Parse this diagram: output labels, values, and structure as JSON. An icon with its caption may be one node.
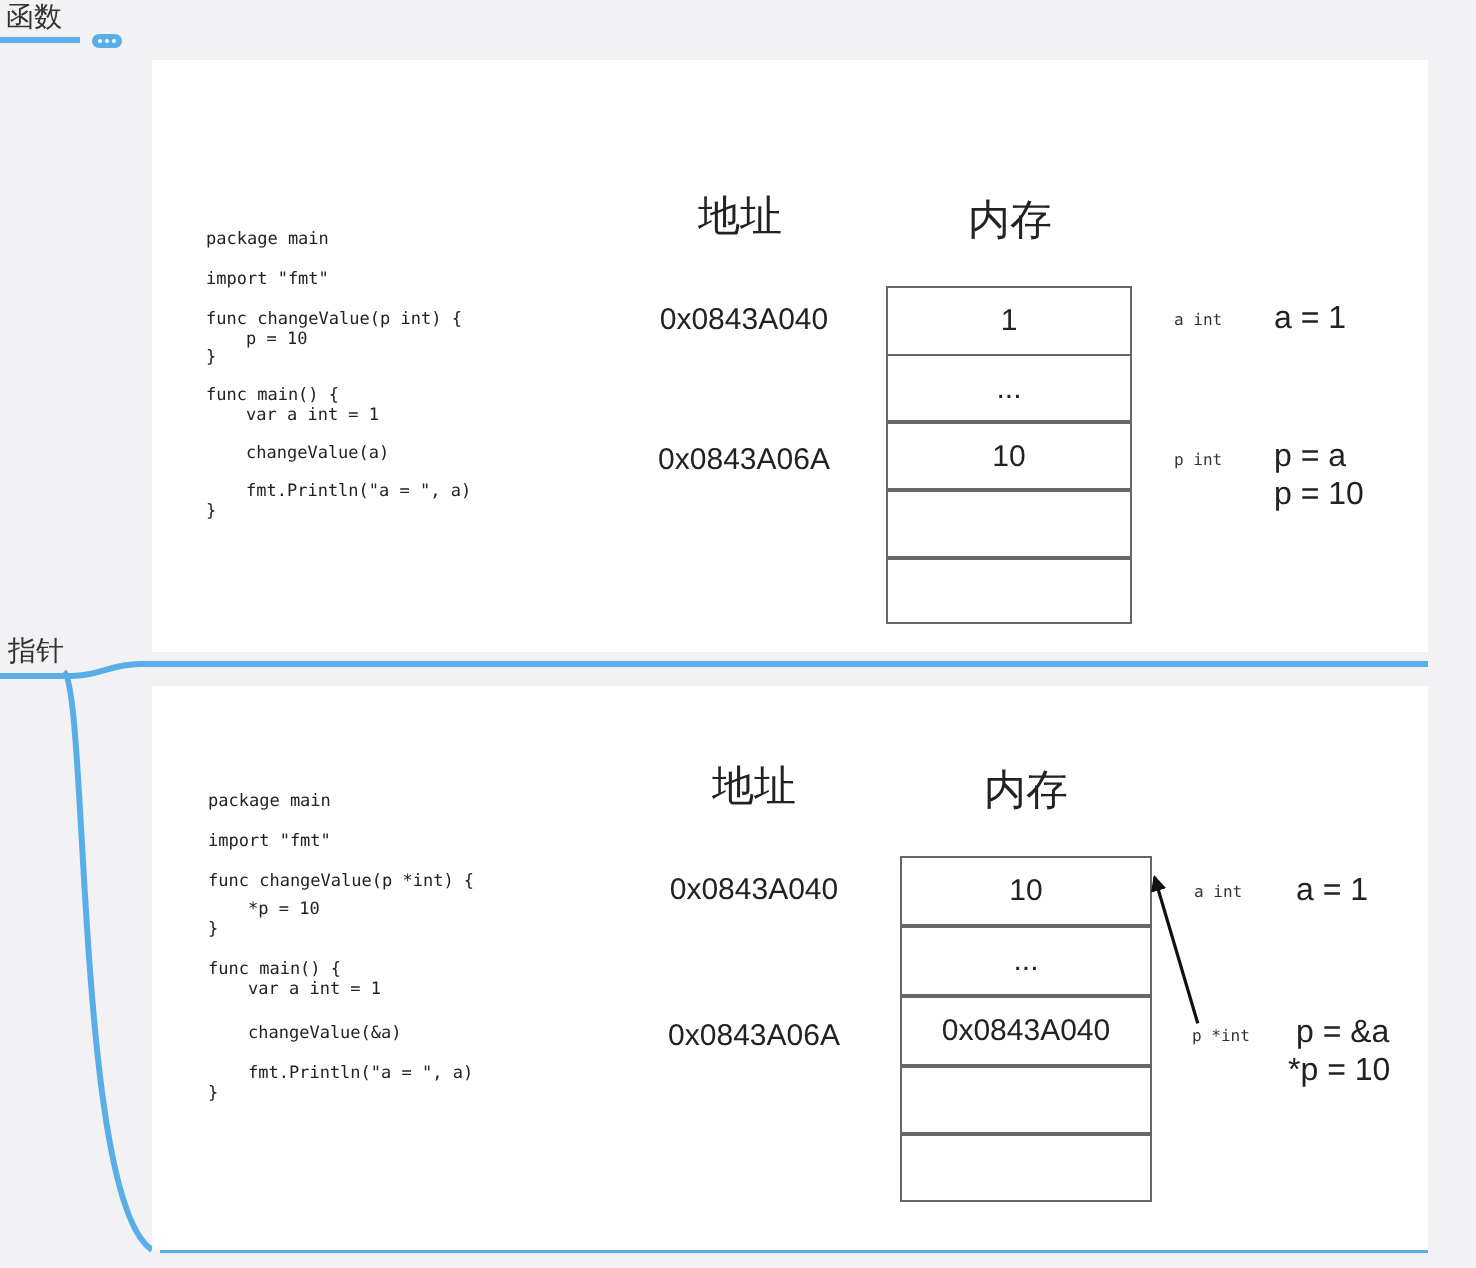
{
  "diagram": {
    "nodes": [
      {
        "text": [],
        "shape": "box"
      },
      {
        "text": [
          "1"
        ],
        "in": 0
      },
      {
        "text": [
          "..."
        ],
        "in": 0
      },
      {
        "text": [
          "10"
        ],
        "in": 0
      },
      {
        "text": [],
        "shape": "box",
        "in": 0
      },
      {
        "text": [],
        "shape": "box",
        "in": 0
      },
      {
        "text": [
          "指针"
        ]
      },
      {
        "text": [],
        "shape": "box"
      },
      {
        "text": [
          "10"
        ],
        "in": 7
      },
      {
        "text": [
          "..."
        ],
        "in": 7
      },
      {
        "text": [
          "0x0843A040"
        ],
        "in": 7
      },
      {
        "text": [],
        "shape": "box",
        "in": 7
      },
      {
        "text": [],
        "shape": "box",
        "in": 7
      },
      {
        "text": [
          "p *int"
        ],
        "in": 7
      }
    ],
    "edges": [
      {
        "from": 6,
        "to": 7,
        "arrow": "none",
        "color": "#5aaee8"
      },
      {
        "from": 13,
        "to": 8,
        "arrow": "to",
        "color": "#111111"
      }
    ],
    "labels": [
      "函数",
      "package main",
      "import \"fmt\"",
      "func changeValue(p int) {",
      "p = 10",
      "}",
      "func main() {",
      "var a int = 1",
      "changeValue(a)",
      "fmt.Println(\"a = \", a)",
      "}",
      "地址",
      "内存",
      "0x0843A040",
      "0x0843A06A",
      "a int",
      "a = 1",
      "p int",
      "p = a",
      "p = 10",
      "package main",
      "import \"fmt\"",
      "func changeValue(p *int) {",
      "*p = 10",
      "}",
      "func main() {",
      "var a int = 1",
      "changeValue(&a)",
      "fmt.Println(\"a = \", a)",
      "}",
      "地址",
      "内存",
      "0x0843A040",
      "0x0843A06A",
      "a int",
      "a = 1",
      "p = &a",
      "*p = 10"
    ]
  }
}
